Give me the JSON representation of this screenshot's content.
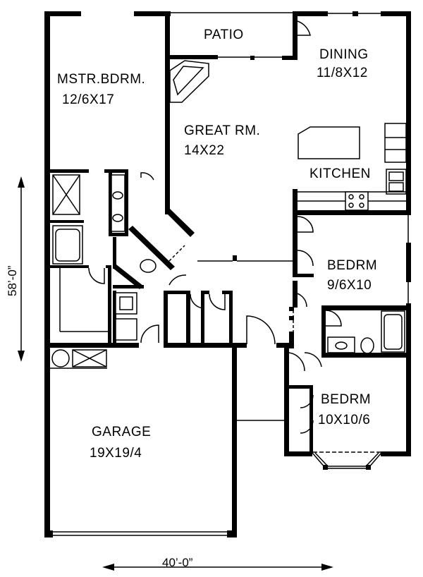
{
  "rooms": {
    "patio": {
      "name": "PATIO"
    },
    "dining": {
      "name": "DINING",
      "size": "11/8X12"
    },
    "master": {
      "name": "MSTR.BDRM.",
      "size": "12/6X17"
    },
    "great": {
      "name": "GREAT RM.",
      "size": "14X22"
    },
    "kitchen": {
      "name": "KITCHEN"
    },
    "bedrm1": {
      "name": "BEDRM",
      "size": "9/6X10"
    },
    "bedrm2": {
      "name": "BEDRM",
      "size": "10X10/6"
    },
    "garage": {
      "name": "GARAGE",
      "size": "19X19/4"
    }
  },
  "dimensions": {
    "depth": "58’-0”",
    "width": "40’-0”"
  }
}
